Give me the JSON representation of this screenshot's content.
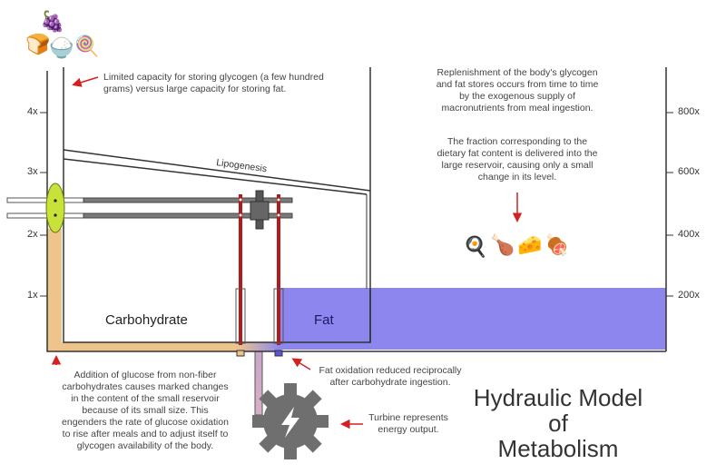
{
  "title": {
    "line1": "Hydraulic Model",
    "line2": "of",
    "line3": "Metabolism"
  },
  "left_axis_ticks": [
    "4x",
    "3x",
    "2x",
    "1x"
  ],
  "right_axis_ticks": [
    "800x",
    "600x",
    "400x",
    "200x"
  ],
  "labels": {
    "carbohydrate": "Carbohydrate",
    "fat": "Fat",
    "lipogenesis": "Lipogenesis"
  },
  "annotations": {
    "storage": [
      "Limited capacity for storing glycogen (a few hundred",
      "grams) versus large capacity for storing fat."
    ],
    "replenishment": [
      "Replenishment of the body's glycogen",
      "and fat stores occurs from time to time",
      "by the exogenous supply of",
      "macronutrients from meal ingestion."
    ],
    "fraction": [
      "The fraction corresponding to the",
      "dietary fat content is delivered into the",
      "large reservoir, causing only a small",
      "change in its level."
    ],
    "glucose": [
      "Addition of glucose from non-fiber",
      "carbohydrates causes marked changes",
      "in the content of the small reservoir",
      "because of its small size. This",
      "engenders the rate of glucose oxidation",
      "to rise after meals and to adjust itself to",
      "glycogen availability of the body."
    ],
    "fat_oxidation": [
      "Fat oxidation reduced reciprocally",
      "after carbohydrate ingestion."
    ],
    "turbine": [
      "Turbine represents",
      "energy output."
    ]
  },
  "icons": {
    "carb_foods": [
      "grapes-icon",
      "bread-icon",
      "rice-icon",
      "lollipop-icon"
    ],
    "fat_foods": [
      "fried-egg-icon",
      "drumstick-icon",
      "cheese-icon",
      "meat-icon"
    ],
    "carb_food_glyphs": [
      "🍇",
      "🍞",
      "🍚",
      "🍭"
    ],
    "fat_food_glyphs": [
      "🍳",
      "🍗",
      "🧀",
      "🍖"
    ],
    "turbine": "lightning-turbine-icon"
  },
  "colors": {
    "carbohydrate_fluid": "#eec48d",
    "fat_fluid": "#8c86ee",
    "valve": "#c8e23a",
    "rod": "#b01b1b",
    "turbine": "#6f6f6f",
    "arrow": "#d42020",
    "pipe_mix": "#c9a6c9"
  }
}
